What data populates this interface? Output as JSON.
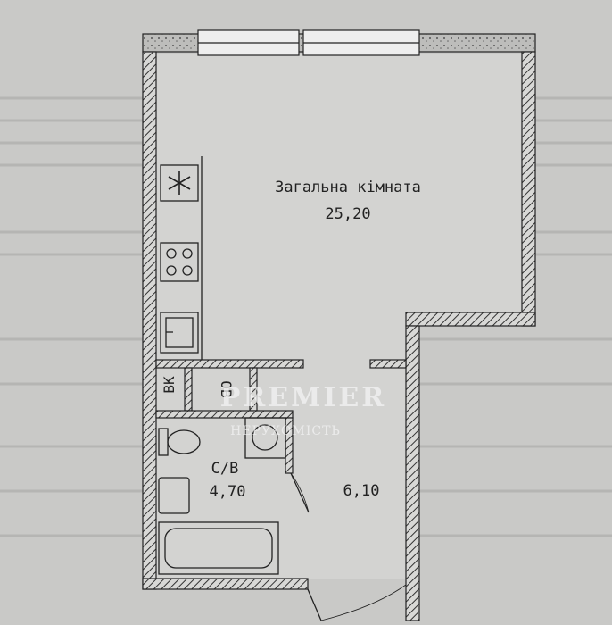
{
  "rooms": {
    "living": {
      "name": "Загальна кімната",
      "area": "25,20"
    },
    "bathroom": {
      "name": "С/В",
      "area": "4,70"
    },
    "hall": {
      "area": "6,10"
    },
    "vk": "ВК",
    "ob": "ОВ"
  },
  "watermark": {
    "brand": "PREMIER",
    "sub": "НЕРУХОМІСТЬ"
  },
  "colors": {
    "paper": "#c9c9c7",
    "wall": "#3a3a3a",
    "line": "#222222"
  }
}
